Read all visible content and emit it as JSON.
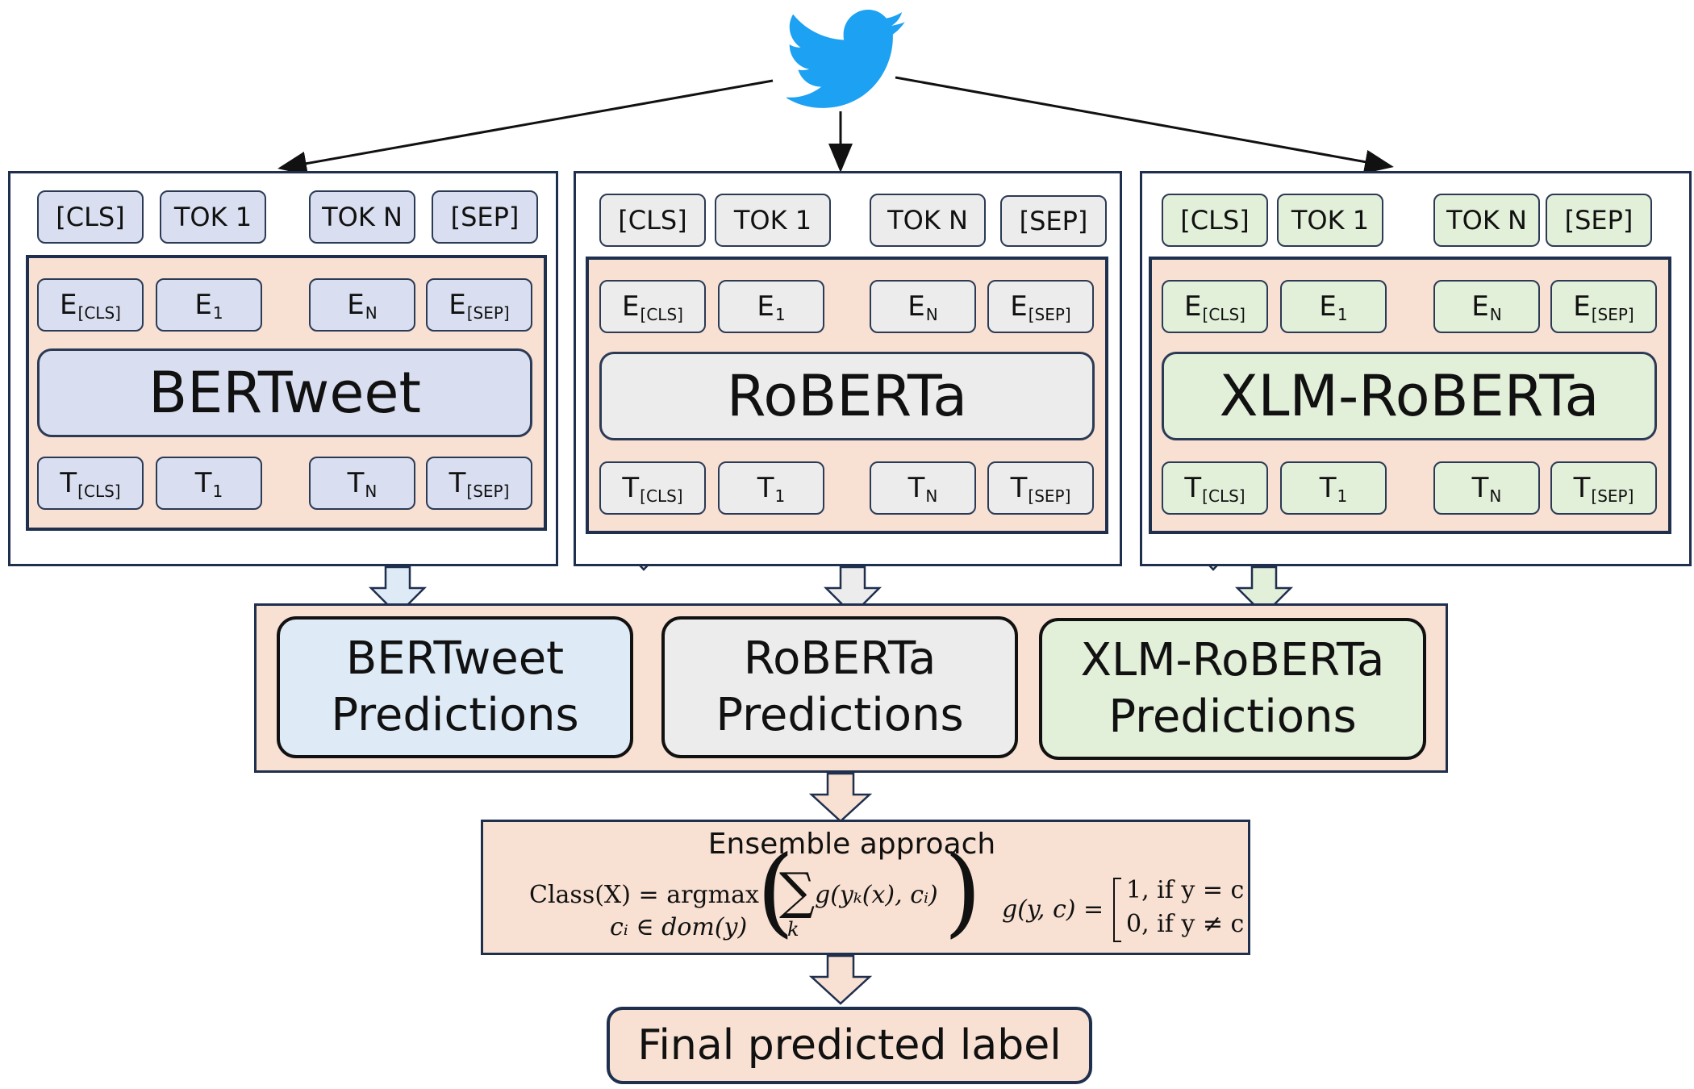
{
  "input": {
    "icon": "twitter-bird-icon",
    "icon_color": "#1da1f2"
  },
  "models": [
    {
      "name": "BERTweet",
      "color": "#d9dff0",
      "tokens": [
        "[CLS]",
        "TOK 1",
        "TOK N",
        "[SEP]"
      ],
      "embeddings": [
        {
          "base": "E",
          "sub": "[CLS]"
        },
        {
          "base": "E",
          "sub": "1"
        },
        {
          "base": "E",
          "sub": "N"
        },
        {
          "base": "E",
          "sub": "[SEP]"
        }
      ],
      "outputs": [
        {
          "base": "T",
          "sub": "[CLS]"
        },
        {
          "base": "T",
          "sub": "1"
        },
        {
          "base": "T",
          "sub": "N"
        },
        {
          "base": "T",
          "sub": "[SEP]"
        }
      ]
    },
    {
      "name": "RoBERTa",
      "color": "#ececec",
      "tokens": [
        "[CLS]",
        "TOK 1",
        "TOK N",
        "[SEP]"
      ],
      "embeddings": [
        {
          "base": "E",
          "sub": "[CLS]"
        },
        {
          "base": "E",
          "sub": "1"
        },
        {
          "base": "E",
          "sub": "N"
        },
        {
          "base": "E",
          "sub": "[SEP]"
        }
      ],
      "outputs": [
        {
          "base": "T",
          "sub": "[CLS]"
        },
        {
          "base": "T",
          "sub": "1"
        },
        {
          "base": "T",
          "sub": "N"
        },
        {
          "base": "T",
          "sub": "[SEP]"
        }
      ]
    },
    {
      "name": "XLM-RoBERTa",
      "color": "#e2efd9",
      "tokens": [
        "[CLS]",
        "TOK 1",
        "TOK N",
        "[SEP]"
      ],
      "embeddings": [
        {
          "base": "E",
          "sub": "[CLS]"
        },
        {
          "base": "E",
          "sub": "1"
        },
        {
          "base": "E",
          "sub": "N"
        },
        {
          "base": "E",
          "sub": "[SEP]"
        }
      ],
      "outputs": [
        {
          "base": "T",
          "sub": "[CLS]"
        },
        {
          "base": "T",
          "sub": "1"
        },
        {
          "base": "T",
          "sub": "N"
        },
        {
          "base": "T",
          "sub": "[SEP]"
        }
      ]
    }
  ],
  "predictions": [
    {
      "line1": "BERTweet",
      "line2": "Predictions",
      "color": "#deebf7"
    },
    {
      "line1": "RoBERTa",
      "line2": "Predictions",
      "color": "#ececec"
    },
    {
      "line1": "XLM-RoBERTa",
      "line2": "Predictions",
      "color": "#e2efd9"
    }
  ],
  "ensemble": {
    "title": "Ensemble approach",
    "formula_lhs": "Class(X) = argmax",
    "formula_domain": "cᵢ ∈ dom(y)",
    "formula_sum_term": "g(yₖ(x), cᵢ)",
    "formula_sum_index": "k",
    "g_lhs": "g(y, c) =",
    "g_case1": "1, if y = c",
    "g_case2": "0, if y ≠ c"
  },
  "final": {
    "label": "Final predicted label"
  }
}
